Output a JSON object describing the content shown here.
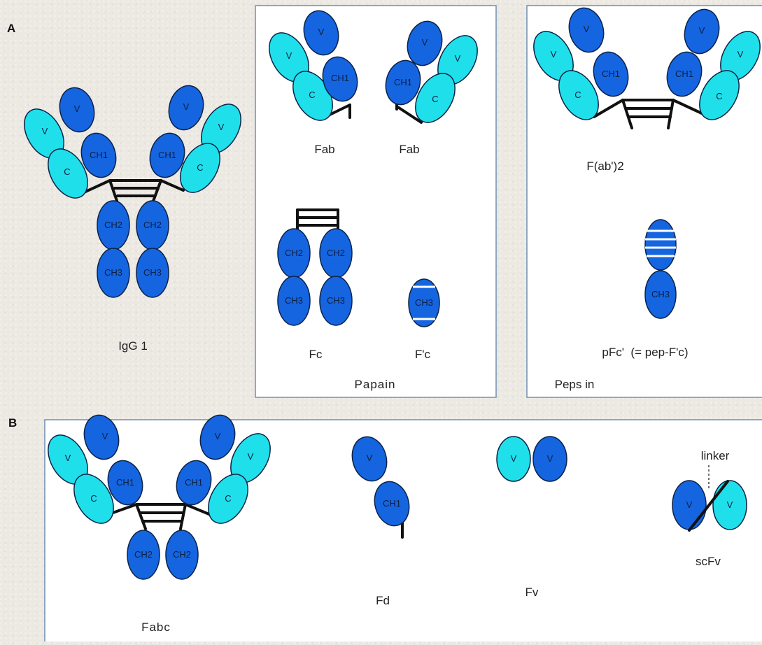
{
  "panel_letters": {
    "a": "A",
    "b": "B"
  },
  "domain_labels": {
    "variable": "V",
    "constant": "C",
    "ch1": "CH1",
    "ch2": "CH2",
    "ch3": "CH3"
  },
  "captions": {
    "igg1": "IgG 1",
    "fab": "Fab",
    "fc": "Fc",
    "f_prime_c": "F'c",
    "papain": "Papain",
    "fab2": "F(ab')2",
    "pfc": "pFc'  (= pep-F'c)",
    "pepsin": "Peps in",
    "fabc": "Fabc",
    "fd": "Fd",
    "fv": "Fv",
    "scfv": "scFv",
    "linker": "linker"
  },
  "colors": {
    "heavy_chain": "#1565e0",
    "light_chain": "#1fe0ea",
    "outline": "#0a2248",
    "panel_border": "#6d8fb3"
  }
}
